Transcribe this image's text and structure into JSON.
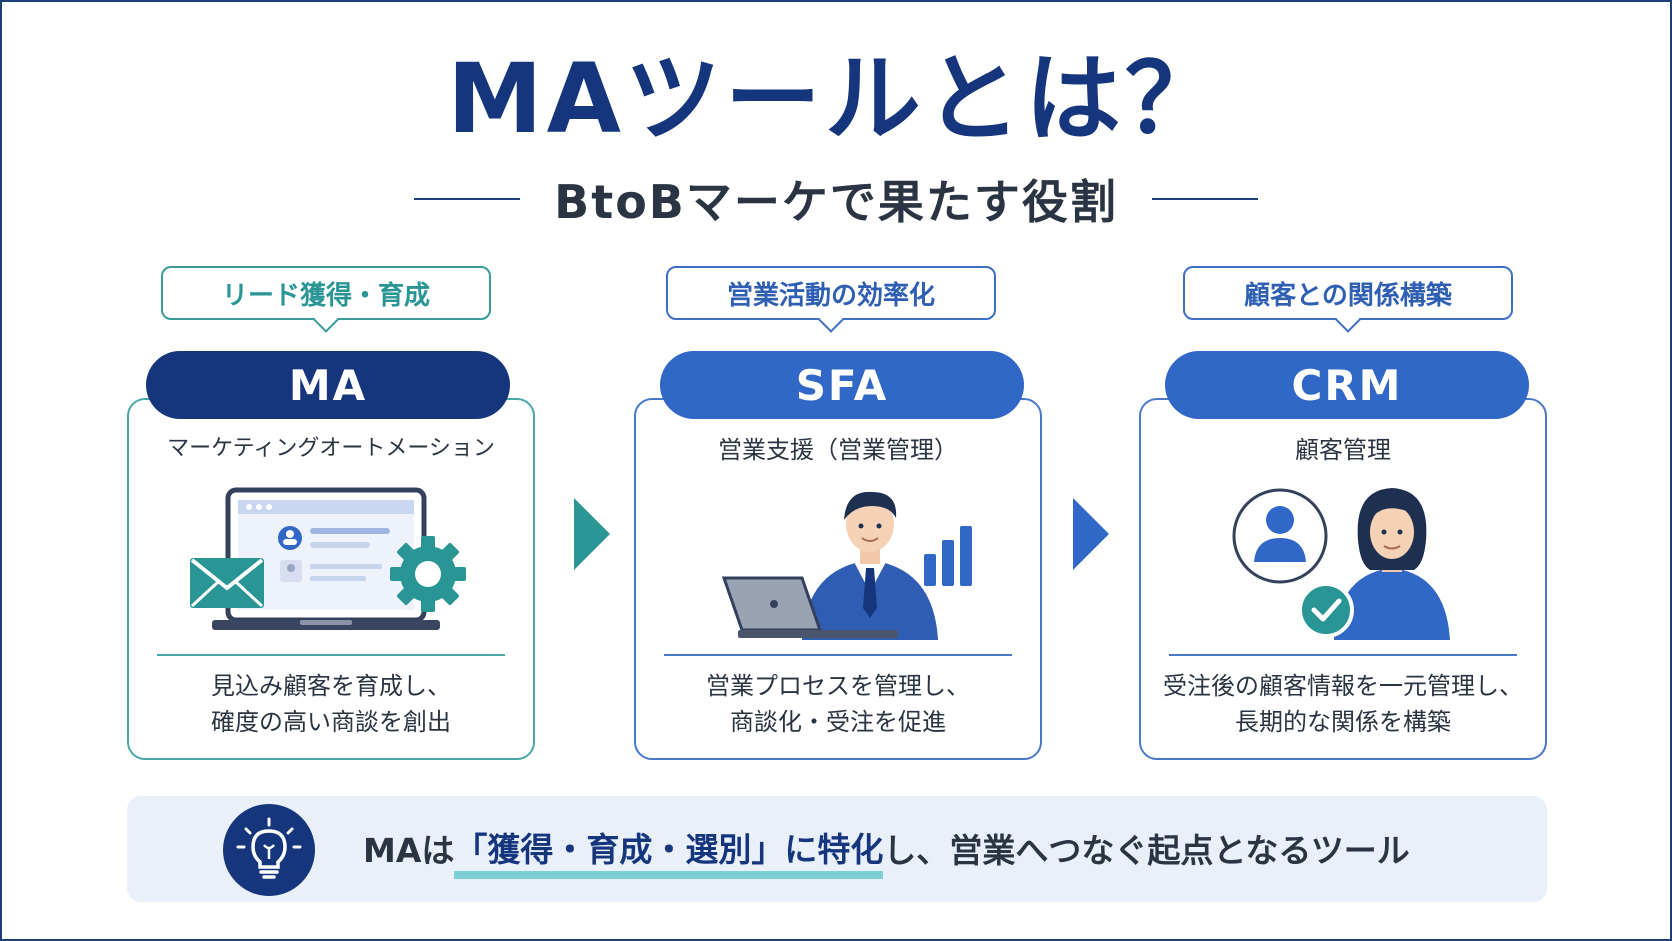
{
  "header": {
    "title": "MAツールとは？",
    "subtitle": "BtoBマーケで果たす役割"
  },
  "columns": [
    {
      "tag": "リード獲得・育成",
      "name": "MA",
      "subtitle": "マーケティングオートメーション",
      "desc_line1": "見込み顧客を育成し、",
      "desc_line2": "確度の高い商談を創出",
      "illustration": "laptop-email-gear"
    },
    {
      "tag": "営業活動の効率化",
      "name": "SFA",
      "subtitle": "営業支援（営業管理）",
      "desc_line1": "営業プロセスを管理し、",
      "desc_line2": "商談化・受注を促進",
      "illustration": "salesperson-laptop-chart"
    },
    {
      "tag": "顧客との関係構築",
      "name": "CRM",
      "subtitle": "顧客管理",
      "desc_line1": "受注後の顧客情報を一元管理し、",
      "desc_line2": "長期的な関係を構築",
      "illustration": "customer-avatar-check"
    }
  ],
  "banner": {
    "prefix": "MAは",
    "highlight": "「獲得・育成・選別」に特化",
    "suffix": "し、営業へつなぐ起点となるツール",
    "icon": "lightbulb-icon"
  },
  "colors": {
    "navy": "#15367d",
    "blue": "#3167c6",
    "teal": "#2a9595",
    "banner_bg": "#e9f0fa"
  }
}
